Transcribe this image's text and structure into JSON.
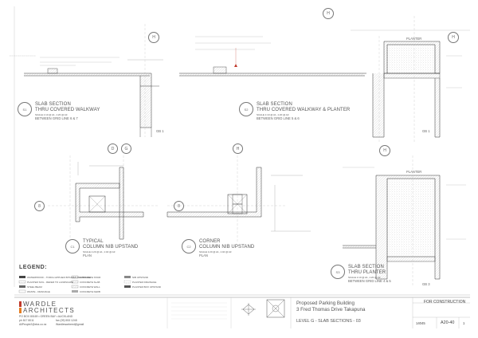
{
  "sections": {
    "s1": {
      "number": "S1",
      "ref": "A20-40",
      "title1": "SLAB SECTION",
      "title2": "THRU COVERED WALKWAY",
      "scale": "SCALE 1:10 @ A1, 1:20 @ A3",
      "between": "BETWEEN GRID LINE 6 & 7"
    },
    "s2": {
      "number": "S2",
      "ref": "A20-40",
      "title1": "SLAB SECTION",
      "title2": "THRU COVERED WALKWAY & PLANTER",
      "scale": "SCALE 1:10 @ A1, 1:20 @ A3",
      "between": "BETWEEN GRID LINE 5 & 6"
    },
    "s3": {
      "number": "S3",
      "ref": "A20-40",
      "title1": "SLAB SECTION",
      "title2": "THRU PLANTER",
      "scale": "SCALE 1:10 @ A1, 1:20 @ A3",
      "between": "BETWEEN GRID LINE 4 & 5"
    },
    "c1": {
      "number": "C1",
      "ref": "A20-40",
      "title1": "TYPICAL",
      "title2": "COLUMN NIB UPSTAND",
      "scale": "SCALE 1:20 @ A1, 1:40 @ A3",
      "plan": "PLAN"
    },
    "c2": {
      "number": "C2",
      "ref": "A20-40",
      "title1": "CORNER",
      "title2": "COLUMN NIB UPSTAND",
      "scale": "SCALE 1:20 @ A1, 1:40 @ A3",
      "plan": "PLAN"
    }
  },
  "grid_markers": {
    "h": "H",
    "d": "D",
    "g": "G",
    "eight": "8",
    "gb1": "GB 1",
    "gb3": "GB 3"
  },
  "planter_label": "PLANTER",
  "legend": {
    "title": "LEGEND:",
    "items": [
      "WATERPROOF - TORCH APPLIED BITUMEN MEMBRANE",
      "PLANTER SOIL - REFER TO LANDSCAPE",
      "STEEL BEAM",
      "WASTE - DRAINAGE",
      "CONCRETE STAIR",
      "CONCRETE SLAB",
      "CONCRETE WALL",
      "CONCRETE KERB",
      "NIB UPSTAND",
      "PLANTER DRAINAGE",
      "PLANTER BOX UPSTAND"
    ]
  },
  "firm": {
    "name_line1": "WARDLE",
    "name_line2": "ARCHITECTS",
    "addr1": "PO BOX 80169 • GREEN BAY • AUCKLAND",
    "phone": "ph 817 8011",
    "fax": "fax (09) 553 1248",
    "email": "AllPeople2@xtra.co.nz",
    "web": "Wardlewarbeed@gmail"
  },
  "project": {
    "name": "Proposed Parking Building",
    "address": "3 Fred Thomas Drive  Takapuna",
    "sheet_title": "LEVEL G - SLAB SECTIONS - 03",
    "status": "FOR CONSTRUCTION",
    "job_no": "14045",
    "drawing_no": "A20-40",
    "revision": "1"
  },
  "colors": {
    "line": "#333333",
    "hatch": "#9a9a9a",
    "faint": "#bbbbbb",
    "red": "#c0392b",
    "orange": "#e67e22"
  }
}
